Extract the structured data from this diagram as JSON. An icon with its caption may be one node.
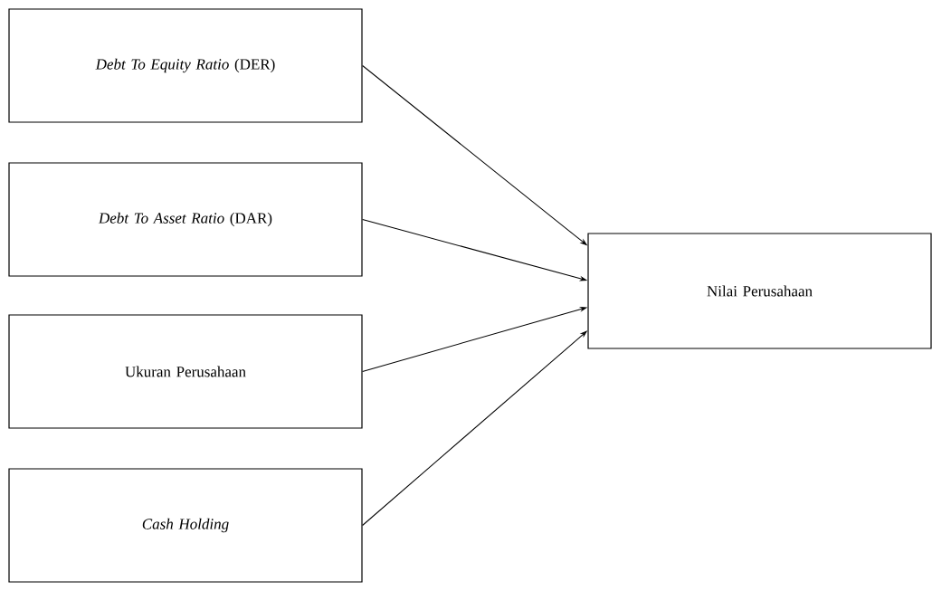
{
  "diagram": {
    "nodes": [
      {
        "text": [
          "*Debt To Equity Ratio* (DER)"
        ]
      },
      {
        "text": [
          "*Debt To Asset Ratio* (DAR)"
        ]
      },
      {
        "text": [
          "Ukuran Perusahaan"
        ]
      },
      {
        "text": [
          "Cash Holding"
        ]
      },
      {
        "text": [
          "Nilai Perusahaan"
        ]
      }
    ],
    "edges": [
      {
        "from": 0,
        "to": 4,
        "arrow": "to"
      },
      {
        "from": 1,
        "to": 4,
        "arrow": "to"
      },
      {
        "from": 2,
        "to": 4,
        "arrow": "to"
      },
      {
        "from": 3,
        "to": 4,
        "arrow": "to"
      }
    ]
  }
}
